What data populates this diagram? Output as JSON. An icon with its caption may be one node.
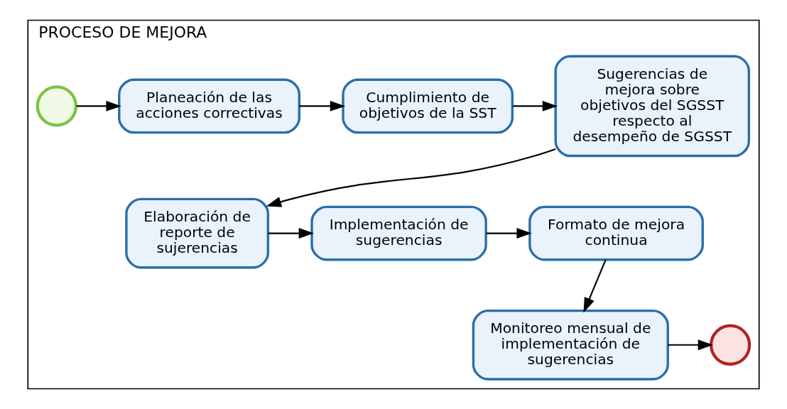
{
  "diagram": {
    "nodes": [
      {
        "text": [
          "PROCESO DE MEJORA"
        ]
      },
      {
        "text": [],
        "shape": "circle",
        "in": 0
      },
      {
        "text": [
          "Planeación de las acciones correctivas"
        ],
        "in": 0
      },
      {
        "text": [
          "Cumplimiento de objetivos de la SST"
        ],
        "in": 0
      },
      {
        "text": [
          "Sugerencias de mejora sobre objetivos del SGSST respecto al desempeño de SGSST"
        ],
        "in": 0
      },
      {
        "text": [
          "Elaboración de reporte de sujerencias"
        ],
        "in": 0
      },
      {
        "text": [
          "Implementación de sugerencias"
        ],
        "in": 0
      },
      {
        "text": [
          "Formato de mejora continua"
        ],
        "in": 0
      },
      {
        "text": [
          "Monitoreo mensual de implementación de sugerencias"
        ],
        "in": 0
      },
      {
        "text": [],
        "shape": "circle",
        "in": 0
      }
    ],
    "edges": [
      {
        "from": 1,
        "to": 2,
        "arrow": "to"
      },
      {
        "from": 2,
        "to": 3,
        "arrow": "to"
      },
      {
        "from": 3,
        "to": 4,
        "arrow": "to"
      },
      {
        "from": 4,
        "to": 5,
        "arrow": "to"
      },
      {
        "from": 5,
        "to": 6,
        "arrow": "to"
      },
      {
        "from": 6,
        "to": 7,
        "arrow": "to"
      },
      {
        "from": 7,
        "to": 8,
        "arrow": "to"
      },
      {
        "from": 8,
        "to": 9,
        "arrow": "to"
      }
    ]
  }
}
